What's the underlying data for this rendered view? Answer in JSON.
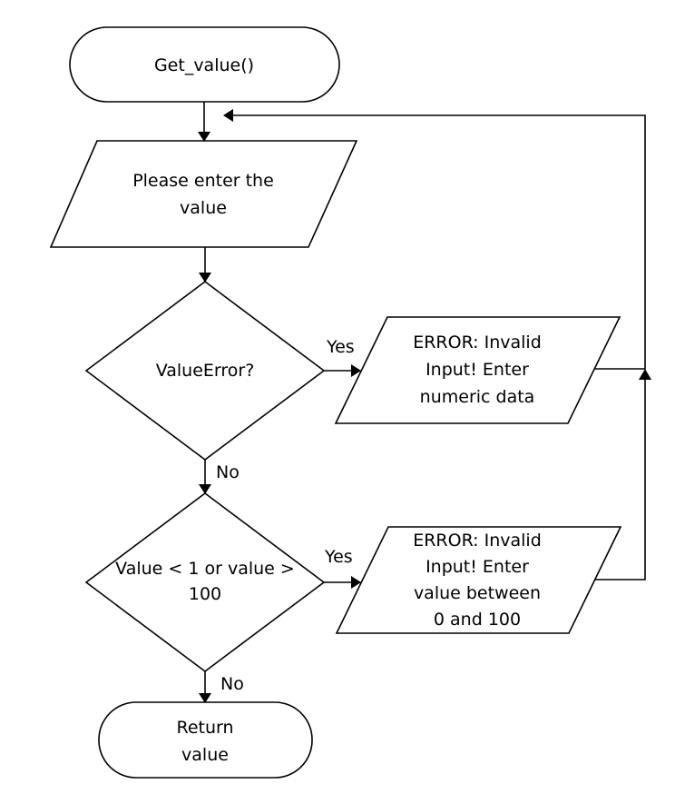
{
  "flowchart": {
    "start": {
      "label": "Get_value()"
    },
    "input": {
      "lines": [
        "Please enter the",
        "value"
      ]
    },
    "decision_1": {
      "label": "ValueError?",
      "yes_label": "Yes",
      "no_label": "No"
    },
    "error_1": {
      "lines": [
        "ERROR: Invalid",
        "Input! Enter",
        "numeric data"
      ]
    },
    "decision_2": {
      "lines": [
        "Value  < 1 or value >",
        "100"
      ],
      "yes_label": "Yes",
      "no_label": "No"
    },
    "error_2": {
      "lines": [
        "ERROR: Invalid",
        "Input! Enter",
        "value between",
        "0 and 100"
      ]
    },
    "end": {
      "lines": [
        "Return",
        "value"
      ]
    }
  }
}
